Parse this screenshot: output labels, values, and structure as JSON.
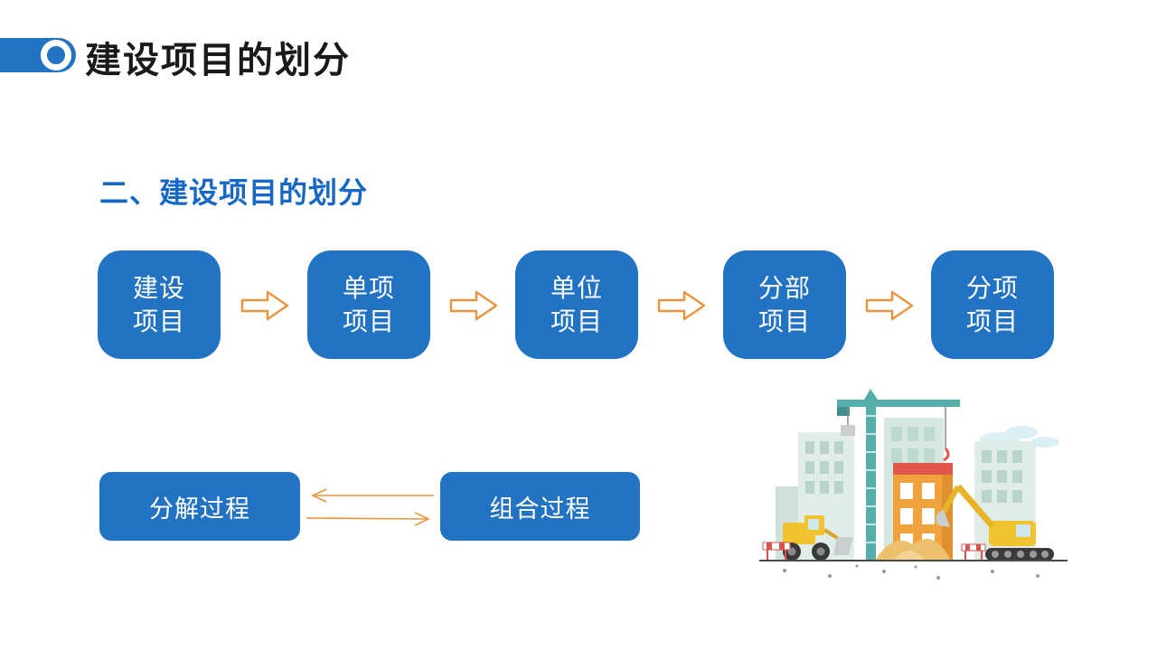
{
  "slide": {
    "title": "建设项目的划分",
    "subtitle": "二、建设项目的划分"
  },
  "flow": {
    "nodes": [
      {
        "line1": "建设",
        "line2": "项目"
      },
      {
        "line1": "单项",
        "line2": "项目"
      },
      {
        "line1": "单位",
        "line2": "项目"
      },
      {
        "line1": "分部",
        "line2": "项目"
      },
      {
        "line1": "分项",
        "line2": "项目"
      }
    ]
  },
  "process": {
    "decompose_label": "分解过程",
    "combine_label": "组合过程"
  },
  "colors": {
    "accent": "#2273C4",
    "heading": "#1768C5",
    "arrow": "#E8953F",
    "ink": "#1A1A1A"
  },
  "icons": {
    "bullet": "ring-bullet",
    "flow_arrow": "block-arrow-right",
    "cycle_top": "arrow-left",
    "cycle_bottom": "arrow-right"
  }
}
